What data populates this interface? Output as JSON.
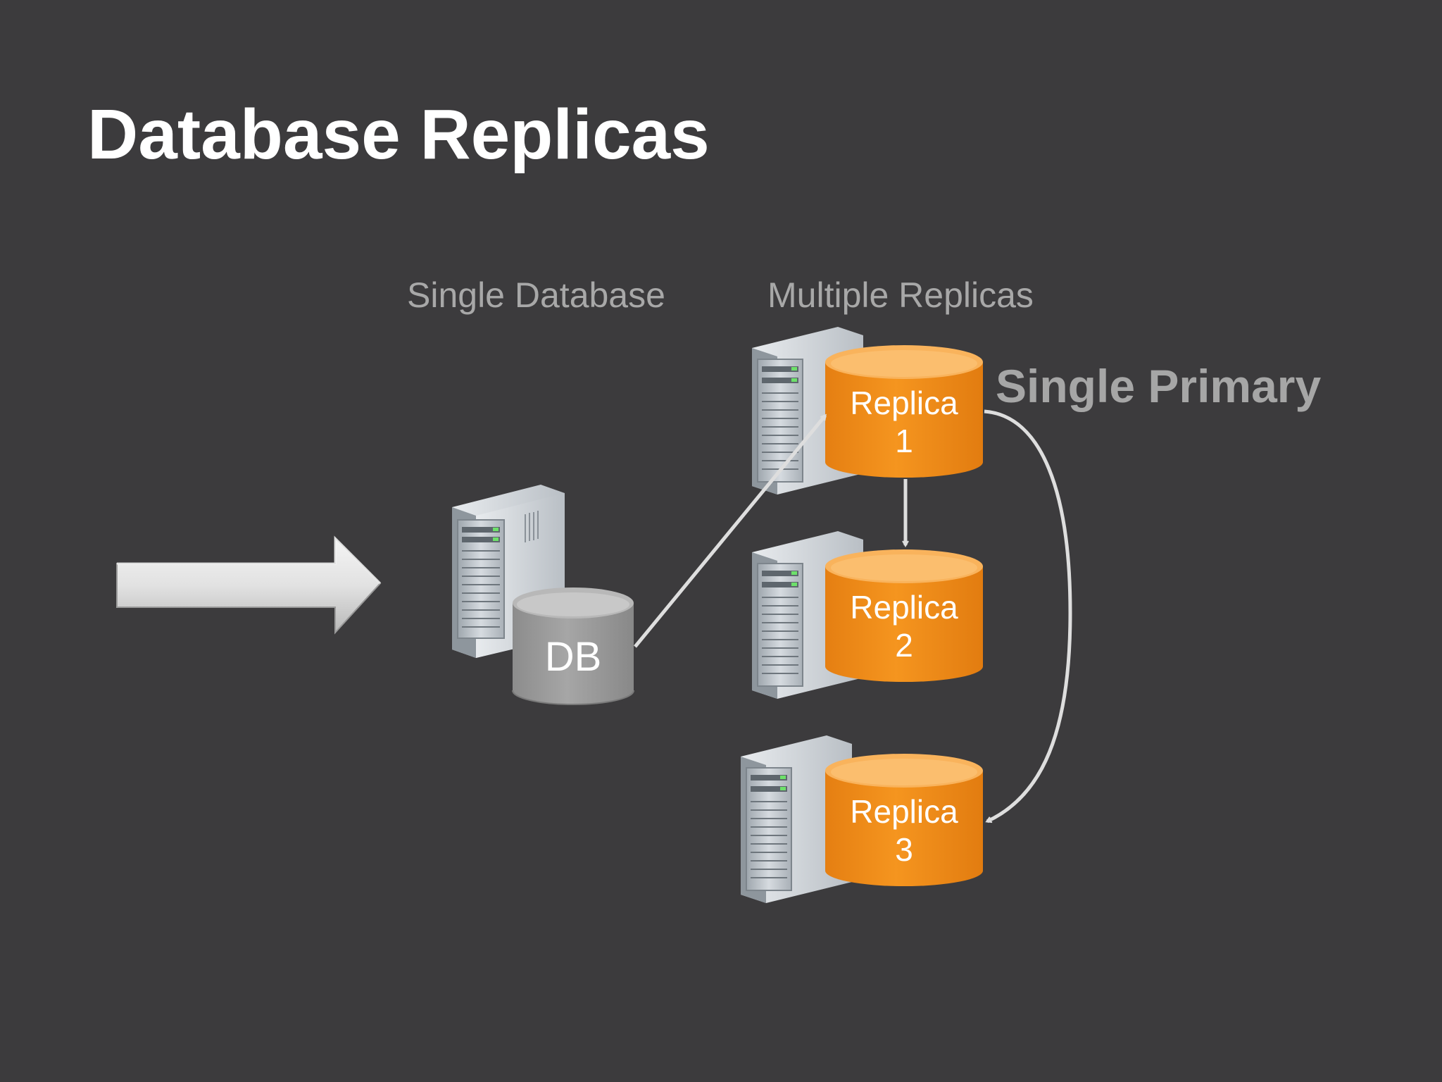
{
  "slide": {
    "title": "Database Replicas",
    "label_single": "Single Database",
    "label_multiple": "Multiple Replicas",
    "label_primary": "Single Primary"
  },
  "db": {
    "label": "DB"
  },
  "replicas": [
    {
      "line1": "Replica",
      "line2": "1"
    },
    {
      "line1": "Replica",
      "line2": "2"
    },
    {
      "line1": "Replica",
      "line2": "3"
    }
  ],
  "colors": {
    "background": "#3c3b3d",
    "replica_orange": "#f08a1c",
    "replica_top": "#f9b35c",
    "db_gray": "#9a9a9a",
    "arrow": "#dedede"
  },
  "icons": [
    "server-tower-icon",
    "database-cylinder-icon",
    "block-arrow-icon"
  ]
}
